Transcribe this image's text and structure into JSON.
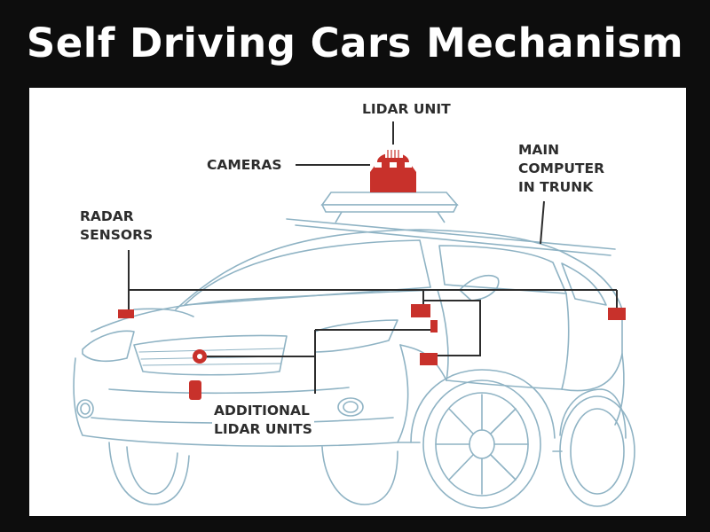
{
  "title": "Self Driving Cars Mechanism",
  "colors": {
    "background": "#0d0d0d",
    "panel": "#ffffff",
    "car_outline": "#8fb3c4",
    "sensor_red": "#c8312b",
    "leader_line": "#2d2d2d"
  },
  "labels": {
    "lidar_unit": "LIDAR UNIT",
    "cameras": "CAMERAS",
    "main_computer": [
      "MAIN",
      "COMPUTER",
      "IN TRUNK"
    ],
    "radar_sensors": [
      "RADAR",
      "SENSORS"
    ],
    "additional_lidar": [
      "ADDITIONAL",
      "LIDAR UNITS"
    ]
  }
}
